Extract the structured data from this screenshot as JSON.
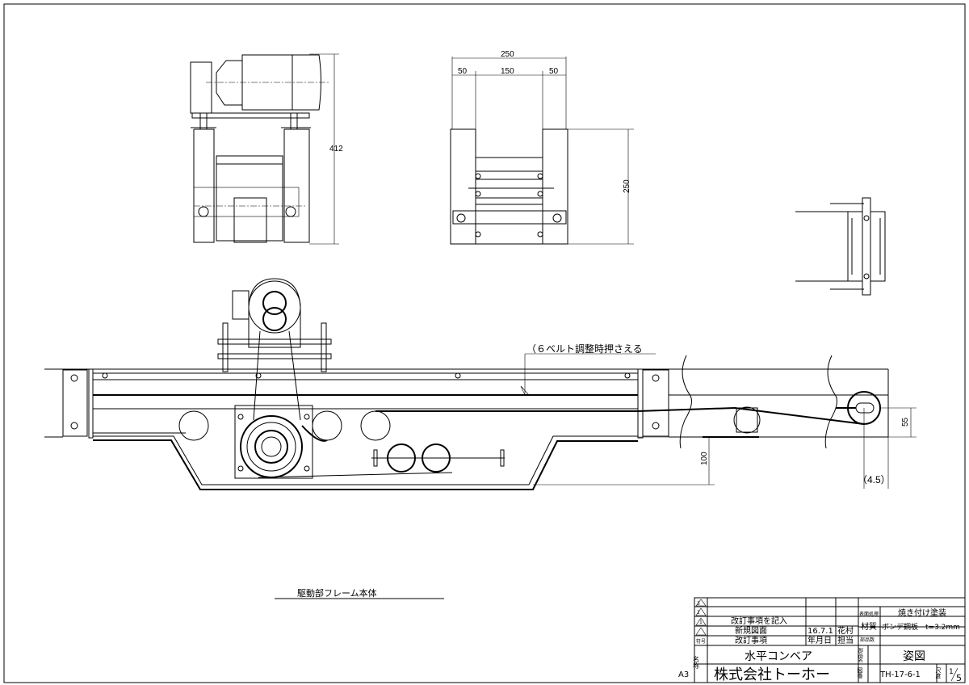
{
  "drawing": {
    "side_view": {
      "height_dim": "412"
    },
    "front_view": {
      "width_total": "250",
      "width_left": "50",
      "width_center": "150",
      "width_right": "50",
      "height_dim": "250"
    },
    "main_view": {
      "note": "（６ベルト調整時押さえる",
      "dim_height": "100",
      "dim_pulley": "55",
      "dim_offset": "（4.5）",
      "caption": "駆動部フレーム本体"
    }
  },
  "title_block": {
    "paper_size": "A3",
    "revisions": [
      {
        "mark": "3",
        "description": "",
        "date": "",
        "person": ""
      },
      {
        "mark": "2",
        "description": "",
        "date": "",
        "person": ""
      },
      {
        "mark": "1",
        "description": "改訂事項を記入",
        "date": "",
        "person": ""
      },
      {
        "mark": "",
        "description": "新規図面",
        "date": "16.7.1",
        "person": "花村"
      }
    ],
    "header": {
      "mark": "符号",
      "description": "改訂事項",
      "date": "年月日",
      "person": "担当"
    },
    "surface_label": "表面処理",
    "surface_value": "焼き付け塗装",
    "material_label": "材質",
    "material_value": "ボンデ鋼板　t=3.2mm",
    "parts_count_label": "部品数",
    "parts_count_value": "",
    "name_label": "名称",
    "name_value": "水平コンベア",
    "part_name_label": "部品名",
    "part_name_value": "姿図",
    "company": "株式会社トーホー",
    "drawing_no_label": "図番",
    "drawing_no": "TH-17-6-1",
    "scale_label": "尺度",
    "scale_num": "1",
    "scale_den": "5"
  }
}
